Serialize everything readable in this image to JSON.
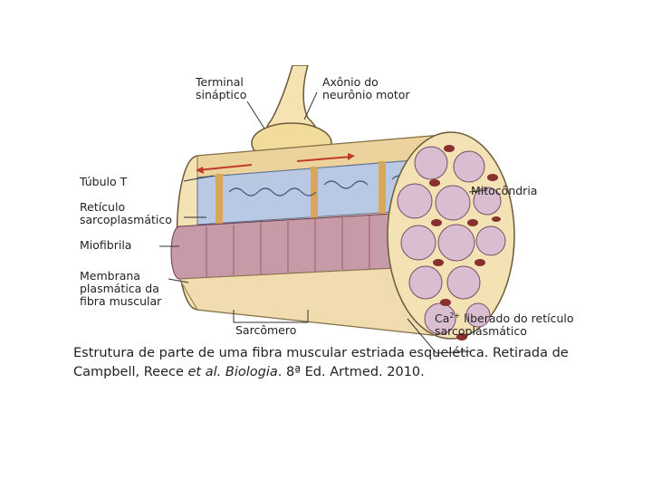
{
  "labels": {
    "terminal": "Terminal\nsináptico",
    "axonio": "Axônio do\nneurônio motor",
    "tubulo": "Túbulo T",
    "reticulo": "Retículo\nsarcoplasmático",
    "miofibrila": "Miofibrila",
    "membrana": "Membrana\nplasmática da\nfibra muscular",
    "sarcomero": "Sarcômero",
    "mitocondria": "Mitocôndria",
    "calcio_prefix": "Ca",
    "calcio_sup": "2+",
    "calcio_rest": " liberado do retículo\nsarcoplasmático"
  },
  "caption": {
    "part1": "Estrutura de parte de uma fibra muscular estriada esquelética. Retirada de Campbell, Reece ",
    "etal": "et al.",
    "part2": " ",
    "biologia": "Biologia",
    "part3": ". 8ª Ed. Artmed. 2010."
  },
  "colors": {
    "membrane": "#f3e2b4",
    "muscle_red": "#a03a3a",
    "reticulum_blue": "#b9c9e3",
    "myofibril_pink": "#c79aa8"
  }
}
